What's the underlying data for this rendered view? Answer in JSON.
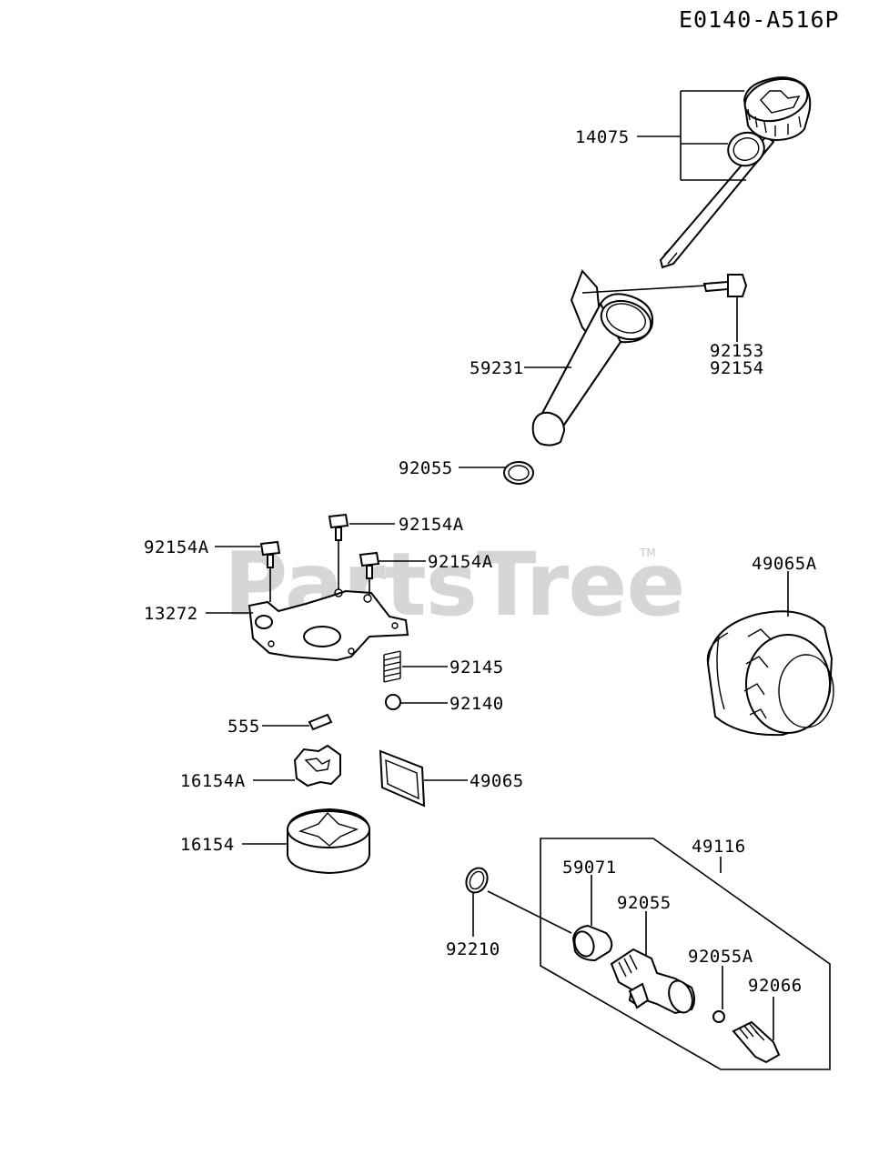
{
  "diagram_code": "E0140-A516P",
  "watermark": {
    "text": "PartsTree",
    "trademark": "TM"
  },
  "parts": [
    {
      "id": "p-14075",
      "number": "14075"
    },
    {
      "id": "p-92153",
      "number": "92153"
    },
    {
      "id": "p-92154",
      "number": "92154"
    },
    {
      "id": "p-59231",
      "number": "59231"
    },
    {
      "id": "p-92055-top",
      "number": "92055"
    },
    {
      "id": "p-92154a-1",
      "number": "92154A"
    },
    {
      "id": "p-92154a-2",
      "number": "92154A"
    },
    {
      "id": "p-92154a-3",
      "number": "92154A"
    },
    {
      "id": "p-13272",
      "number": "13272"
    },
    {
      "id": "p-92145",
      "number": "92145"
    },
    {
      "id": "p-92140",
      "number": "92140"
    },
    {
      "id": "p-555",
      "number": "555"
    },
    {
      "id": "p-16154a",
      "number": "16154A"
    },
    {
      "id": "p-49065",
      "number": "49065"
    },
    {
      "id": "p-16154",
      "number": "16154"
    },
    {
      "id": "p-49065a",
      "number": "49065A"
    },
    {
      "id": "p-49116",
      "number": "49116"
    },
    {
      "id": "p-92210",
      "number": "92210"
    },
    {
      "id": "p-59071",
      "number": "59071"
    },
    {
      "id": "p-92055-bottom",
      "number": "92055"
    },
    {
      "id": "p-92055a",
      "number": "92055A"
    },
    {
      "id": "p-92066",
      "number": "92066"
    }
  ]
}
